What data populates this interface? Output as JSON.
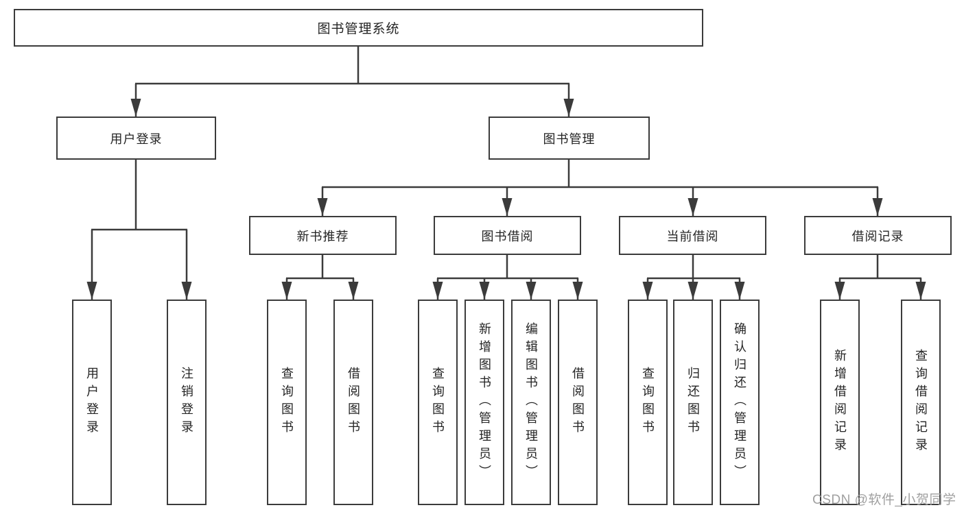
{
  "diagram_type": "hierarchy-tree",
  "tree": {
    "label": "图书管理系统",
    "children": [
      {
        "label": "用户登录",
        "children": [
          {
            "label": "用户登录"
          },
          {
            "label": "注销登录"
          }
        ]
      },
      {
        "label": "图书管理",
        "children": [
          {
            "label": "新书推荐",
            "children": [
              {
                "label": "查询图书"
              },
              {
                "label": "借阅图书"
              }
            ]
          },
          {
            "label": "图书借阅",
            "children": [
              {
                "label": "查询图书"
              },
              {
                "label": "新增图书（管理员）"
              },
              {
                "label": "编辑图书（管理员）"
              },
              {
                "label": "借阅图书"
              }
            ]
          },
          {
            "label": "当前借阅",
            "children": [
              {
                "label": "查询图书"
              },
              {
                "label": "归还图书"
              },
              {
                "label": "确认归还（管理员）"
              }
            ]
          },
          {
            "label": "借阅记录",
            "children": [
              {
                "label": "新增借阅记录"
              },
              {
                "label": "查询借阅记录"
              }
            ]
          }
        ]
      }
    ]
  },
  "watermark": {
    "text": "CSDN @软件_小贺同学"
  },
  "colors": {
    "line": "#3b3b3b",
    "box_border": "#3b3b3b",
    "box_background": "#ffffff",
    "text": "#242424",
    "watermark": "#a0a0a0",
    "background": "#ffffff"
  }
}
